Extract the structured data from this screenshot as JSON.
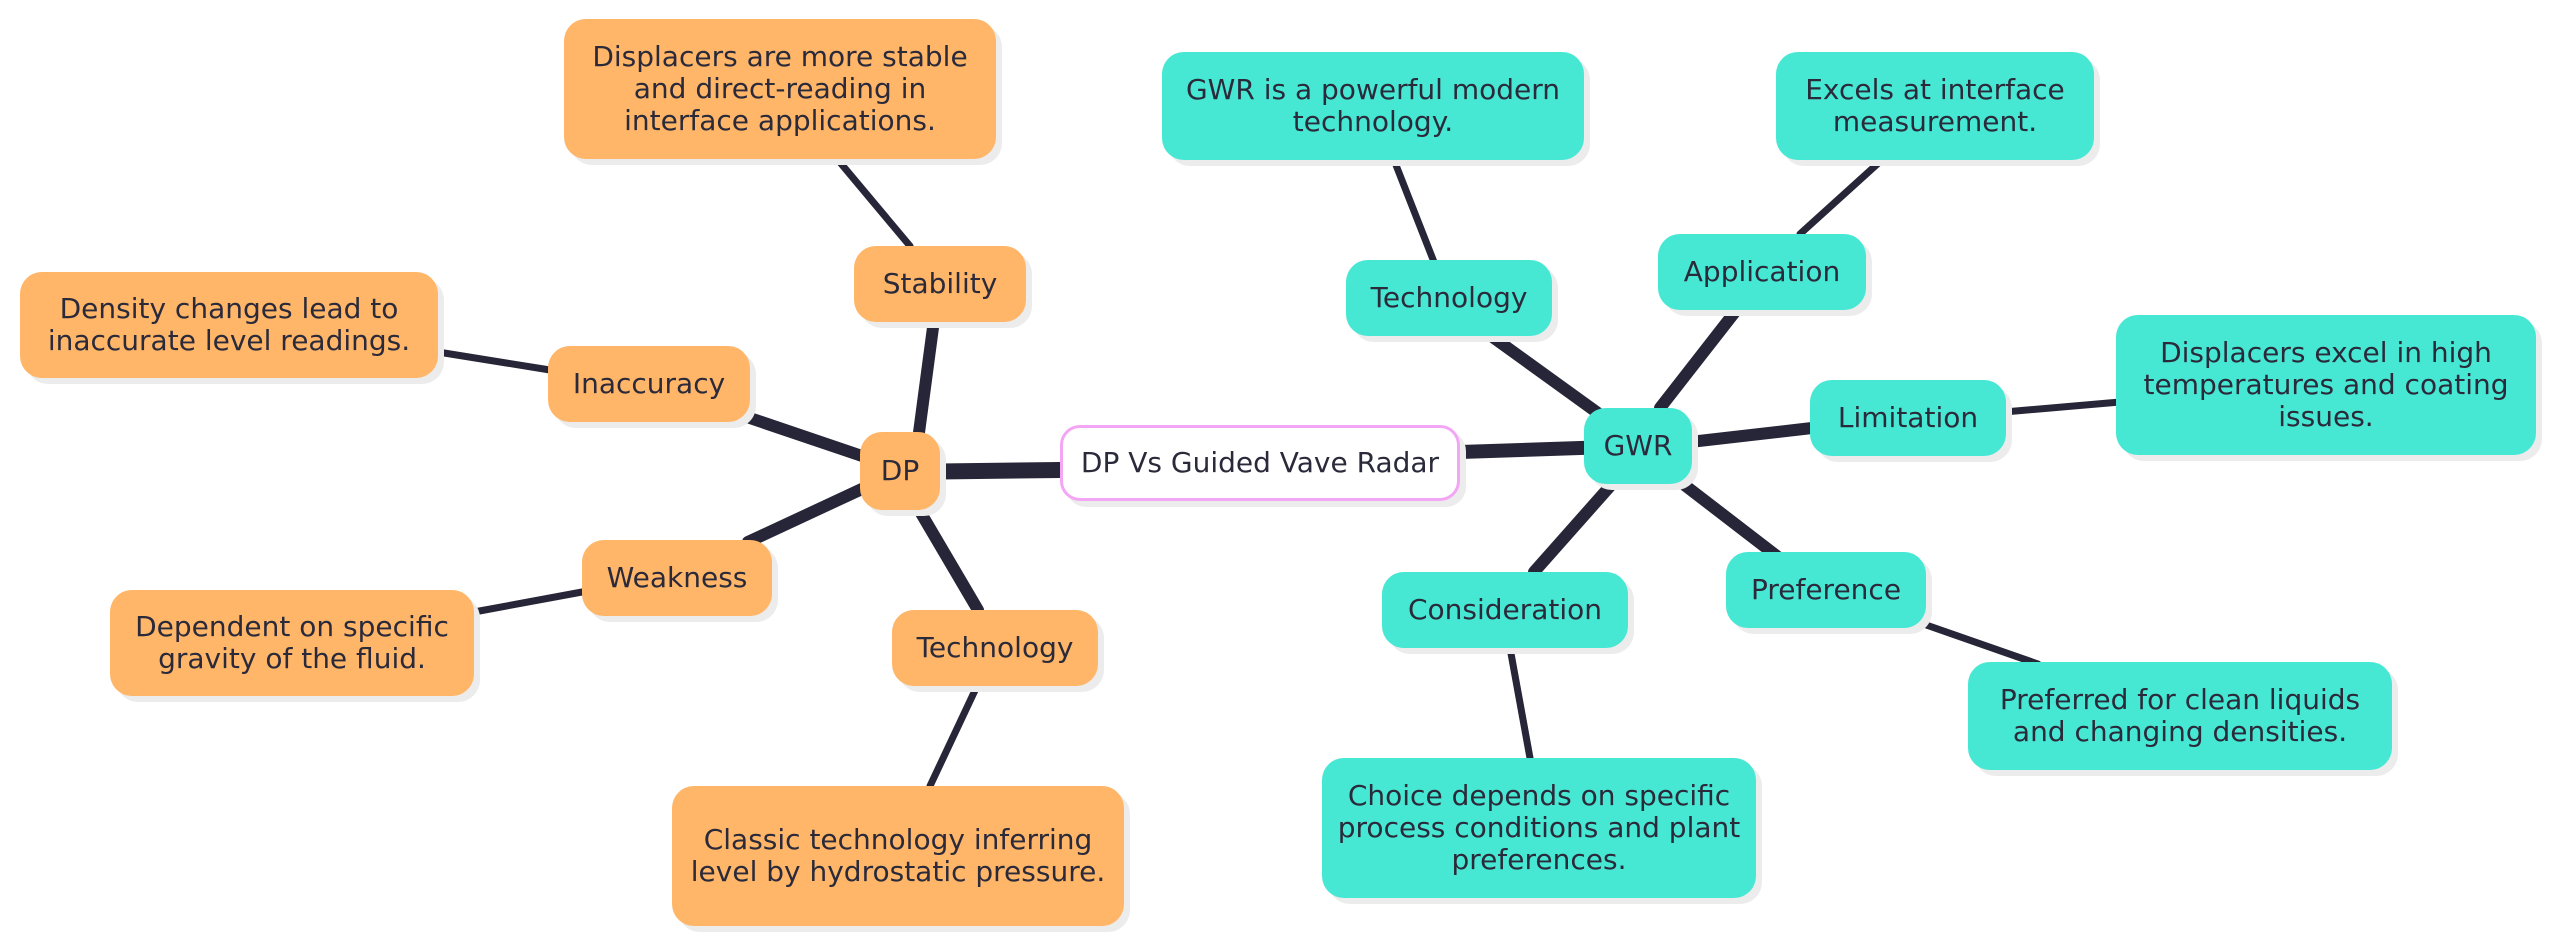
{
  "root": {
    "label": "DP Vs Guided Vave Radar"
  },
  "dp": {
    "label": "DP",
    "stability": {
      "label": "Stability",
      "detail": "Displacers are more stable and direct-reading in interface applications."
    },
    "inaccuracy": {
      "label": "Inaccuracy",
      "detail": "Density changes lead to inaccurate level readings."
    },
    "weakness": {
      "label": "Weakness",
      "detail": "Dependent on specific gravity of the fluid."
    },
    "technology": {
      "label": "Technology",
      "detail": "Classic technology inferring level by hydrostatic pressure."
    }
  },
  "gwr": {
    "label": "GWR",
    "technology": {
      "label": "Technology",
      "detail": "GWR is a powerful modern technology."
    },
    "application": {
      "label": "Application",
      "detail": "Excels at interface measurement."
    },
    "limitation": {
      "label": "Limitation",
      "detail": "Displacers excel in high temperatures and coating issues."
    },
    "preference": {
      "label": "Preference",
      "detail": "Preferred for clean liquids and changing densities."
    },
    "consideration": {
      "label": "Consideration",
      "detail": "Choice depends on specific process conditions and plant preferences."
    }
  },
  "colors": {
    "dp_branch": "#ffb668",
    "gwr_branch": "#46e8d4",
    "root_border": "#f3a6f4",
    "edge": "#272638"
  }
}
